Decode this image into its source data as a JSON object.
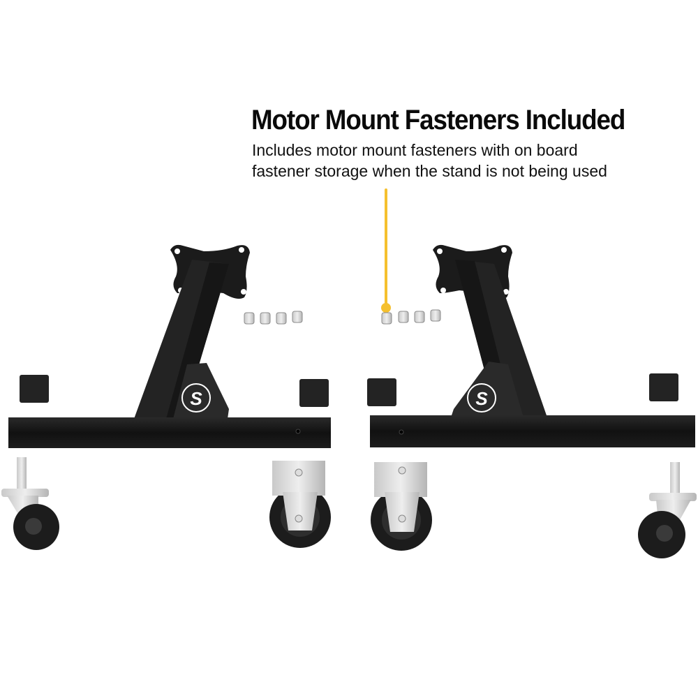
{
  "callout": {
    "title": "Motor Mount Fasteners Included",
    "body_line1": "Includes motor mount fasteners with on board",
    "body_line2": "fastener storage when the stand is not being used",
    "accent_color": "#f5c02e"
  },
  "product": {
    "description": "Two black steel stand halves with motor mount plates, S logo gussets, end caps, fasteners and casters",
    "logo_letter": "S",
    "frame_color": "#1a1a1a",
    "fastener_count_per_side": 4
  }
}
